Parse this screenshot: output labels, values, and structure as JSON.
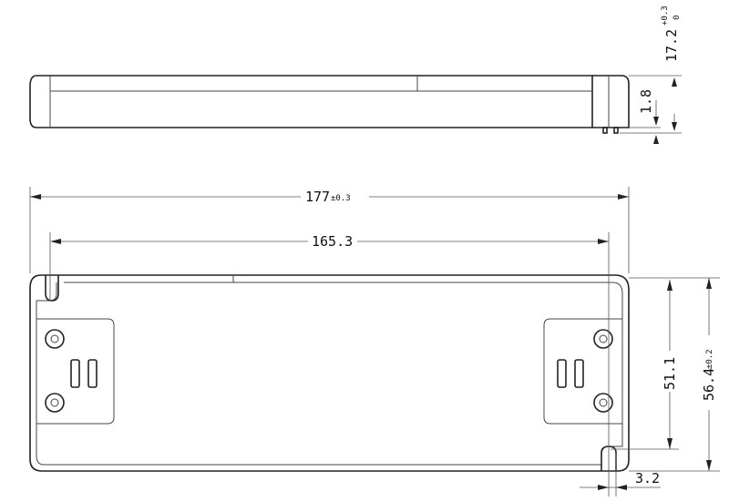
{
  "dimensions": {
    "overall_length": {
      "value": "177",
      "tolerance": "±0.3"
    },
    "mount_hole_spacing_length": {
      "value": "165.3"
    },
    "mount_hole_spacing_width": {
      "value": "51.1"
    },
    "overall_width": {
      "value": "56.4",
      "tolerance": "±0.2"
    },
    "slot_width": {
      "value": "3.2"
    },
    "overall_height": {
      "value": "17.2",
      "tol_upper": "+0.3",
      "tol_lower": "0"
    },
    "pin_height": {
      "value": "1.8"
    }
  }
}
